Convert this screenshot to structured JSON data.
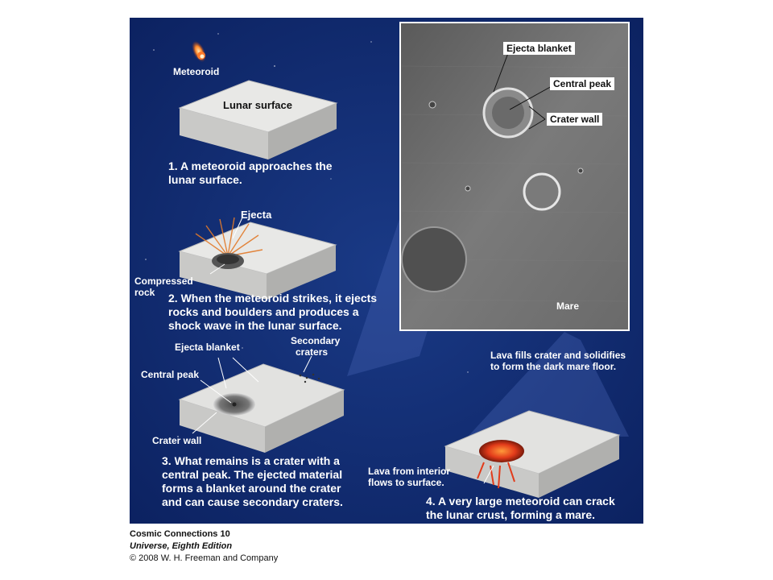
{
  "labels": {
    "meteoroid": "Meteoroid",
    "lunar_surface": "Lunar surface",
    "ejecta": "Ejecta",
    "compressed_rock_1": "Compressed",
    "compressed_rock_2": "rock",
    "ejecta_blanket": "Ejecta blanket",
    "central_peak": "Central peak",
    "crater_wall": "Crater wall",
    "secondary_craters_1": "Secondary",
    "secondary_craters_2": "craters",
    "mare": "Mare",
    "lava_fills_1": "Lava fills crater and solidifies",
    "lava_fills_2": "to form the dark mare floor.",
    "lava_interior_1": "Lava from interior",
    "lava_interior_2": "flows to surface."
  },
  "photo_labels": {
    "ejecta_blanket": "Ejecta blanket",
    "central_peak": "Central peak",
    "crater_wall": "Crater wall",
    "mare": "Mare"
  },
  "captions": {
    "step1": [
      "1. A meteoroid approaches the",
      "lunar surface."
    ],
    "step2": [
      "2. When the meteoroid strikes, it ejects",
      "rocks and boulders and produces a",
      "shock wave in the lunar surface."
    ],
    "step3": [
      "3. What remains is a crater with a",
      "central peak. The ejected material",
      "forms a blanket around the crater",
      "and can cause secondary craters."
    ],
    "step4": [
      "4. A very large meteoroid can crack",
      "the lunar crust, forming a mare."
    ]
  },
  "credits": {
    "line1": "Cosmic Connections 10",
    "line2": "Universe, Eighth Edition",
    "line3": "© 2008 W. H. Freeman and Company"
  },
  "colors": {
    "panel": "#0f2a6b",
    "label": "#ffffff",
    "lava": "#e23b1a"
  }
}
